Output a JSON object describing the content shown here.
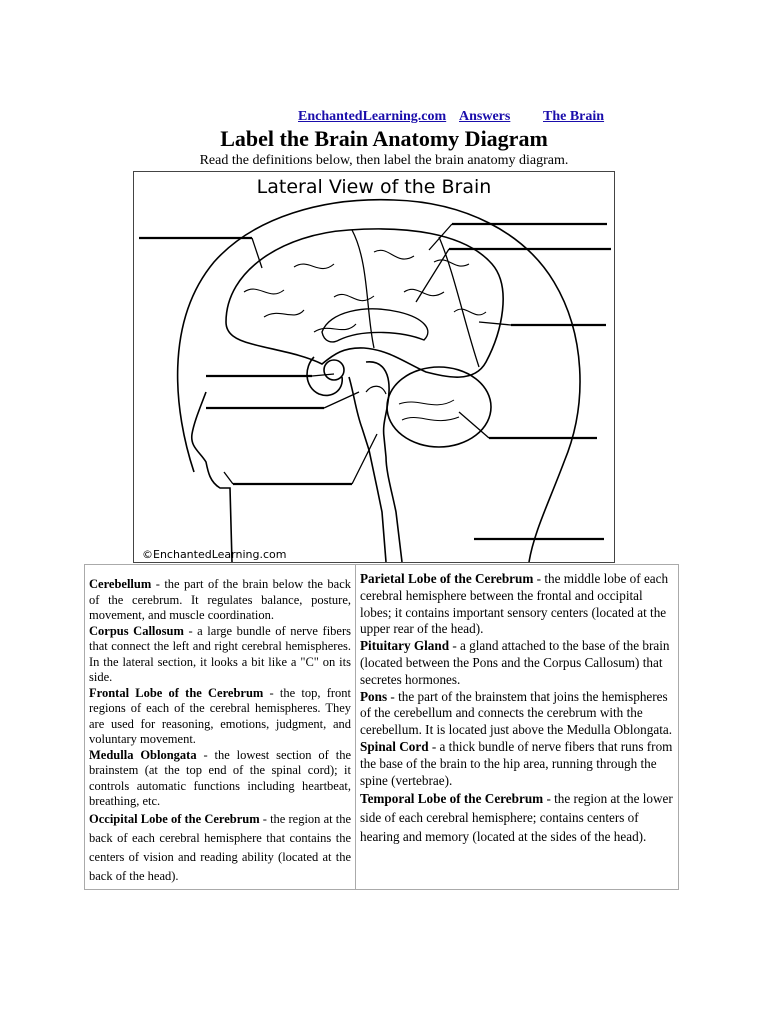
{
  "header": {
    "link_site": "EnchantedLearning.com",
    "link_answers": "Answers",
    "link_topic": "The Brain",
    "title": "Label the Brain Anatomy Diagram",
    "instructions": "Read the definitions below, then label the brain anatomy diagram."
  },
  "diagram": {
    "title": "Lateral View of the Brain",
    "copyright": "©EnchantedLearning.com"
  },
  "definitions": {
    "left": [
      {
        "term": "Cerebellum",
        "text": " - the part of the brain below the back of the cerebrum. It regulates balance, posture, movement, and muscle coordination."
      },
      {
        "term": "Corpus Callosum",
        "text": " - a large bundle of nerve fibers that connect the left and right cerebral hemispheres. In the lateral section, it looks a bit like a \"C\" on its side."
      },
      {
        "term": "Frontal Lobe of the Cerebrum",
        "text": " - the top, front regions of each of the cerebral hemispheres. They are used for reasoning, emotions, judgment, and voluntary movement."
      },
      {
        "term": "Medulla Oblongata",
        "text": " - the lowest section of the brainstem (at the top end of the spinal cord); it controls automatic functions including heartbeat, breathing, etc."
      },
      {
        "term": "Occipital Lobe of the Cerebrum",
        "text": " - the region at the back of each cerebral hemisphere that contains the centers of vision and reading ability (located at the back of the head)."
      }
    ],
    "right": [
      {
        "term": "Parietal Lobe of the Cerebrum",
        "text": " - the middle lobe of each cerebral hemisphere between the frontal and occipital lobes; it contains important sensory centers (located at the upper rear of the head)."
      },
      {
        "term": "Pituitary Gland",
        "text": " - a gland attached to the base of the brain (located between the Pons and the Corpus Callosum) that secretes hormones."
      },
      {
        "term": "Pons",
        "text": " - the part of the brainstem that joins the hemispheres of the cerebellum and connects the cerebrum with the cerebellum. It is located just above the Medulla Oblongata."
      },
      {
        "term": "Spinal Cord",
        "text": " - a thick bundle of nerve fibers that runs from the base of the brain to the hip area, running through the spine (vertebrae)."
      },
      {
        "term": "Temporal Lobe of the Cerebrum",
        "text": " - the region at the lower side of each cerebral hemisphere; contains centers of hearing and memory (located at the sides of the head)."
      }
    ]
  }
}
